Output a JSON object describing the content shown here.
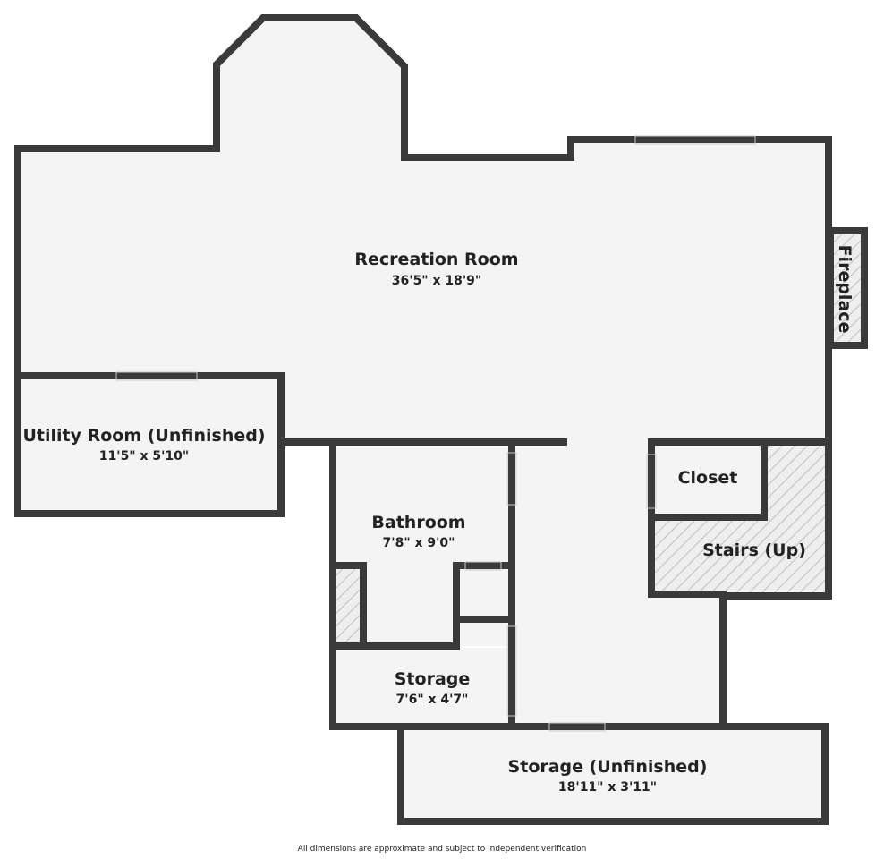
{
  "rooms": {
    "recreation": {
      "name": "Recreation Room",
      "dims": "36'5\" x 18'9\""
    },
    "utility": {
      "name": "Utility Room (Unfinished)",
      "dims": "11'5\" x 5'10\""
    },
    "bathroom": {
      "name": "Bathroom",
      "dims": "7'8\" x 9'0\""
    },
    "storage": {
      "name": "Storage",
      "dims": "7'6\" x 4'7\""
    },
    "storage_unfinished": {
      "name": "Storage (Unfinished)",
      "dims": "18'11\" x 3'11\""
    },
    "closet": {
      "name": "Closet"
    },
    "stairs": {
      "name": "Stairs (Up)"
    },
    "fireplace": {
      "name": "Fireplace"
    }
  },
  "footer": "All dimensions are approximate and subject to independent verification",
  "colors": {
    "wall": "#3a3a3a",
    "floor": "#f4f4f4",
    "hatch": "#b0b0b0"
  }
}
